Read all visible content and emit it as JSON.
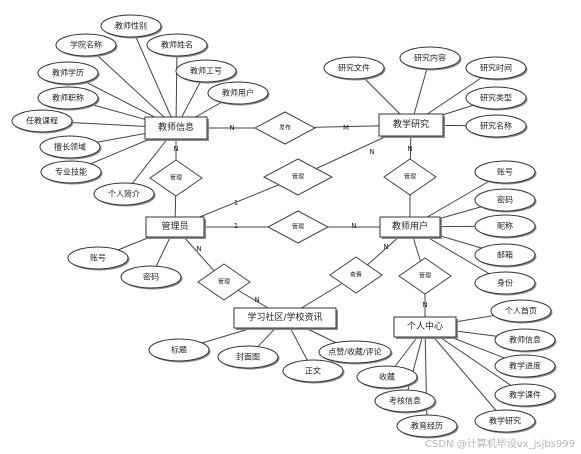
{
  "entities": {
    "teacher_info": "教师信息",
    "research": "教学研究",
    "admin": "管理员",
    "teacher_user": "教师用户",
    "community": "学习社区/学校资讯",
    "personal_center": "个人中心"
  },
  "relations": {
    "publish": "发布",
    "manage_teacher_info": "管理",
    "manage_research": "管理",
    "manage_between": "管理",
    "manage_teacher_user": "管理",
    "manage_community": "管理",
    "browse": "查看",
    "manage_personal": "管理"
  },
  "attributes": {
    "teacher_info": [
      "学院名称",
      "教师性别",
      "教师姓名",
      "教师学历",
      "教师工号",
      "教师职称",
      "教师用户",
      "任教课程",
      "擅长领域",
      "专业技能",
      "个人简介"
    ],
    "research": [
      "研究文件",
      "研究内容",
      "研究时间",
      "研究类型",
      "研究名称"
    ],
    "admin": [
      "账号",
      "密码"
    ],
    "teacher_user": [
      "账号",
      "密码",
      "昵称",
      "邮箱",
      "身份"
    ],
    "community": [
      "标题",
      "封面图",
      "正文",
      "点赞/收藏/评论"
    ],
    "personal_center": [
      "个人首页",
      "教师信息",
      "教学进度",
      "教学课件",
      "教学研究",
      "收藏",
      "考核信息",
      "教育经历"
    ]
  },
  "cardinality": {
    "n": "N",
    "m": "M",
    "one": "1"
  },
  "watermark": "CSDN @计算机毕设vx_jsjbs999"
}
